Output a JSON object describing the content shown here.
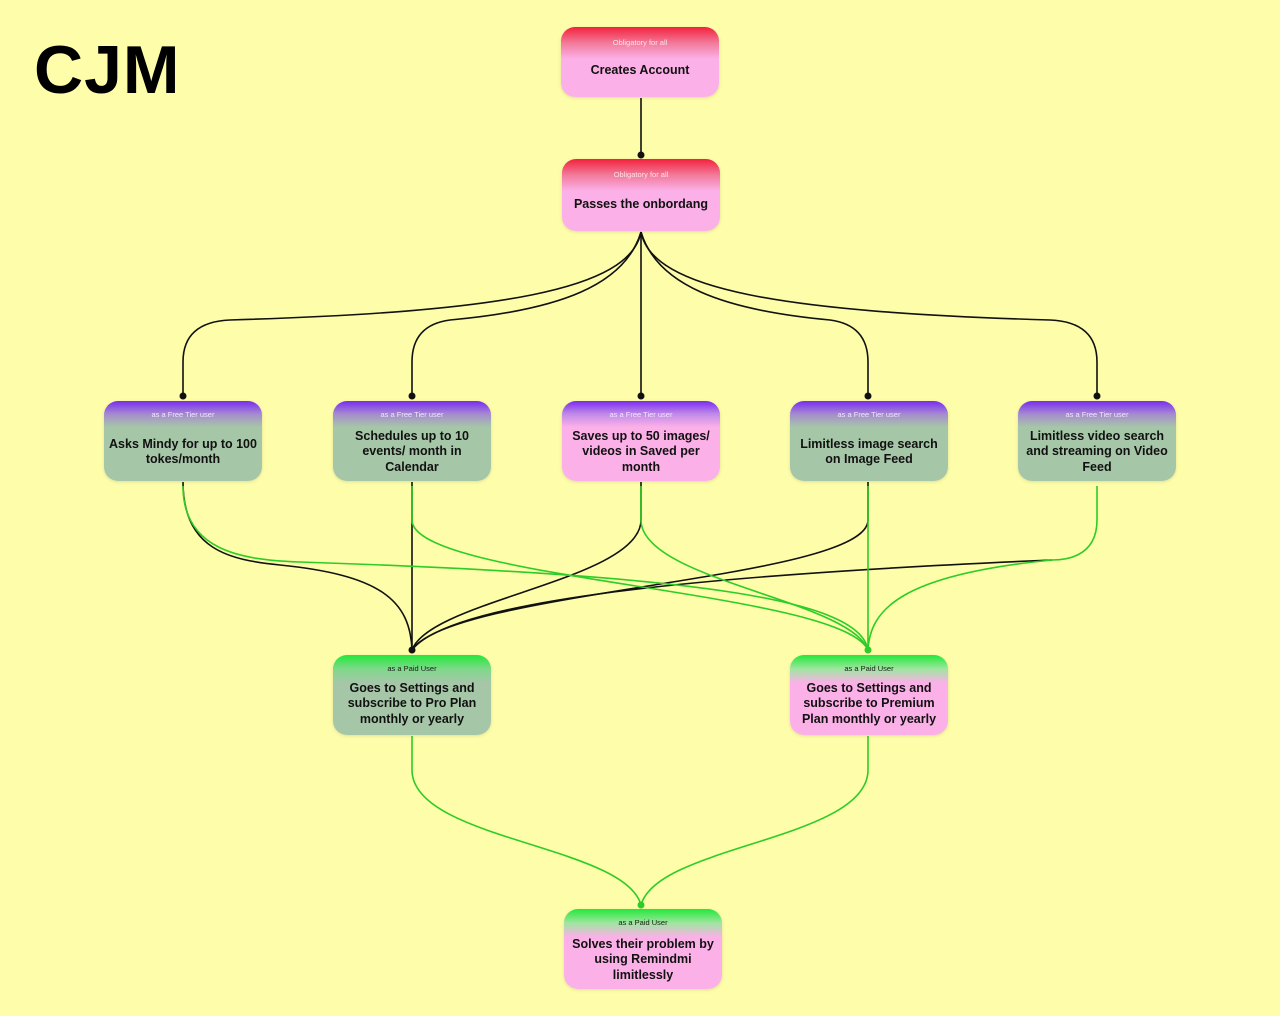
{
  "title": "CJM",
  "colors": {
    "background": "#fdfdaa",
    "edge_black": "#111111",
    "edge_green": "#2ecc28"
  },
  "nodes": {
    "n1": {
      "caption": "Obligatory for all",
      "label": "Creates Account"
    },
    "n2": {
      "caption": "Obligatory for all",
      "label": "Passes the onbordang"
    },
    "f1": {
      "caption": "as a Free Tier user",
      "label": "Asks Mindy for up to 100 tokes/month"
    },
    "f2": {
      "caption": "as a Free Tier user",
      "label": "Schedules up to 10 events/ month in Calendar"
    },
    "f3": {
      "caption": "as a Free Tier user",
      "label": "Saves up to 50 images/ videos in Saved per month"
    },
    "f4": {
      "caption": "as a Free Tier user",
      "label": "Limitless image search on Image Feed"
    },
    "f5": {
      "caption": "as a Free Tier user",
      "label": "Limitless video search and streaming on Video Feed"
    },
    "p1": {
      "caption": "as a Paid User",
      "label": "Goes to Settings and subscribe to Pro Plan monthly or yearly"
    },
    "p2": {
      "caption": "as a Paid User",
      "label": "Goes to Settings and subscribe to Premium Plan monthly or yearly"
    },
    "final": {
      "caption": "as a Paid User",
      "label": "Solves their problem by using Remindmi limitlessly"
    }
  }
}
